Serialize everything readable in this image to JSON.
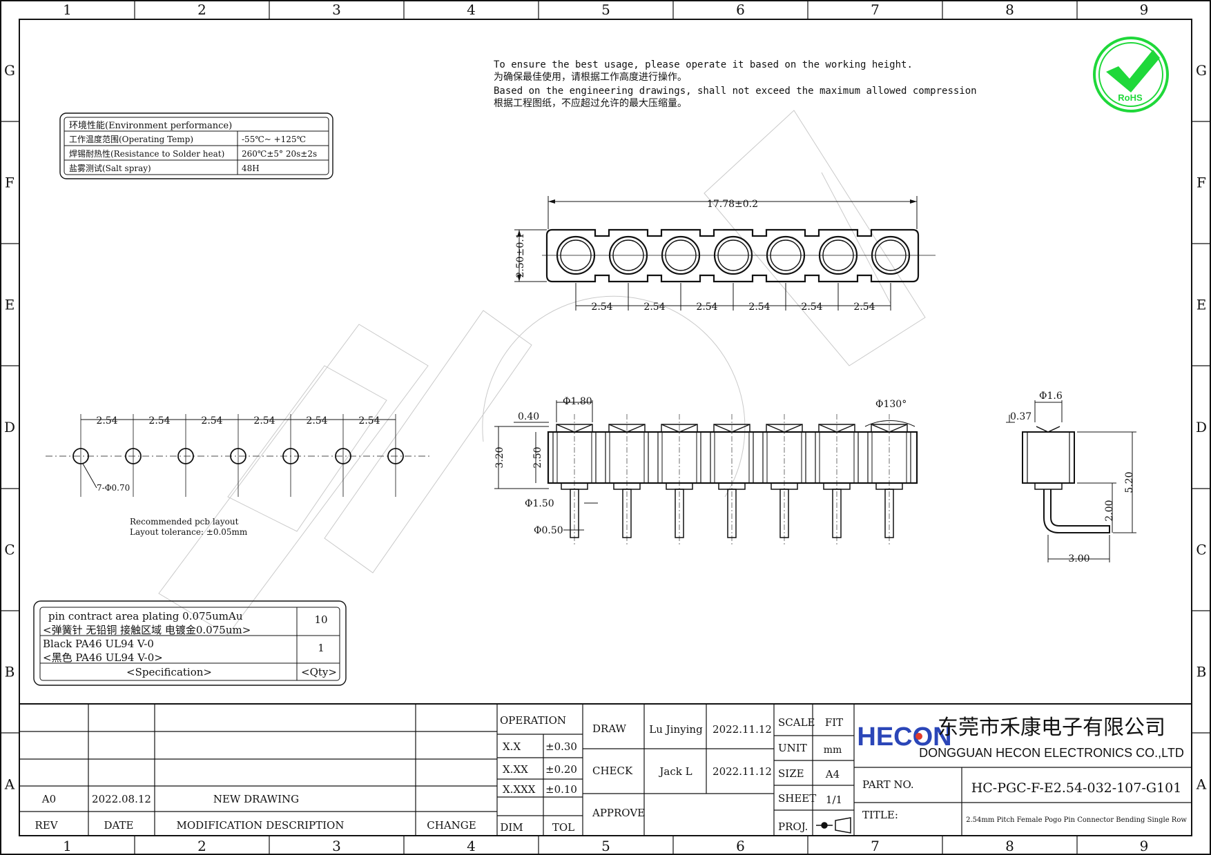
{
  "grid": {
    "columns": [
      "1",
      "2",
      "3",
      "4",
      "5",
      "6",
      "7",
      "8",
      "9"
    ],
    "rows": [
      "G",
      "F",
      "E",
      "D",
      "C",
      "B",
      "A"
    ]
  },
  "notes": {
    "line1": "To ensure the best usage, please operate it based on the working height.",
    "line2": "为确保最佳使用，请根据工作高度进行操作。",
    "line3": "Based on the engineering drawings, shall not exceed the maximum allowed compression",
    "line4": "根据工程图纸，不应超过允许的最大压缩量。"
  },
  "rohs": {
    "label": "RoHS",
    "color": "#1fd83a"
  },
  "env_table": {
    "header": "环境性能(Environment performance)",
    "rows": [
      {
        "label": "工作温度范围(Operating Temp)",
        "value": "-55℃~ +125℃"
      },
      {
        "label": "焊锡耐热性(Resistance to Solder heat)",
        "value": "260℃±5° 20s±2s"
      },
      {
        "label": "盐雾测试(Salt spray)",
        "value": "48H"
      }
    ]
  },
  "top_view": {
    "overall": "17.78±0.2",
    "height": "2.50±0.1",
    "pitch": [
      "2.54",
      "2.54",
      "2.54",
      "2.54",
      "2.54",
      "2.54"
    ]
  },
  "pcb_layout": {
    "pitch": [
      "2.54",
      "2.54",
      "2.54",
      "2.54",
      "2.54",
      "2.54"
    ],
    "hole": "7-Φ0.70",
    "note1": "Recommended pcb layout",
    "note2": "Layout tolerance: ±0.05mm"
  },
  "front_view": {
    "d_head": "Φ1.80",
    "t1": "0.40",
    "h_total": "3.20",
    "h_body": "2.50",
    "d_mid": "Φ1.50",
    "d_tail": "Φ0.50",
    "angle": "Φ130°"
  },
  "side_view": {
    "d_head": "Φ1.6",
    "t1": "0.37",
    "h_total": "5.20",
    "h_tail": "2.00",
    "w_tail": "3.00"
  },
  "spec_table": {
    "rows": [
      {
        "line1": "pin  contract area plating 0.075umAu",
        "line2": "<弹簧针 无铅铜 接触区域 电镀金0.075um>",
        "qty": "10"
      },
      {
        "line1": "Black PA46 UL94 V-0",
        "line2": "<黑色 PA46 UL94 V-0>",
        "qty": "1"
      }
    ],
    "footer_spec": "<Specification>",
    "footer_qty": "<Qty>"
  },
  "revision": {
    "rev": "A0",
    "date": "2022.08.12",
    "desc": "NEW DRAWING",
    "h_rev": "REV",
    "h_date": "DATE",
    "h_desc": "MODIFICATION DESCRIPTION",
    "h_change": "CHANGE"
  },
  "tolerance": {
    "title": "OPERATION",
    "rows": [
      {
        "k": "X.X",
        "v": "±0.30"
      },
      {
        "k": "X.XX",
        "v": "±0.20"
      },
      {
        "k": "X.XXX",
        "v": "±0.10"
      }
    ],
    "h_dim": "DIM",
    "h_tol": "TOL"
  },
  "approvals": {
    "draw": "DRAW",
    "draw_name": "Lu Jinying",
    "draw_date": "2022.11.12",
    "check": "CHECK",
    "check_name": "Jack L",
    "check_date": "2022.11.12",
    "approve": "APPROVE"
  },
  "sheet_info": {
    "scale": "SCALE",
    "scale_v": "FIT",
    "unit": "UNIT",
    "unit_v": "mm",
    "size": "SIZE",
    "size_v": "A4",
    "sheet": "SHEET",
    "sheet_v": "1/1",
    "proj": "PROJ."
  },
  "company": {
    "logo": "HECON",
    "name_cn": "东莞市禾康电子有限公司",
    "name_en": "DONGGUAN HECON ELECTRONICS CO.,LTD",
    "logo_color": "#2b46b8",
    "logo_accent": "#e23a2a"
  },
  "part": {
    "label": "PART NO.",
    "number": "HC-PGC-F-E2.54-032-107-G101",
    "title_label": "TITLE:",
    "title": "2.54mm Pitch Female Pogo Pin Connector Bending Single Row"
  }
}
